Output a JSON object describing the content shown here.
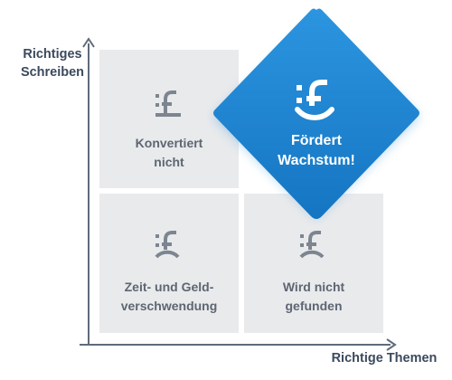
{
  "axes": {
    "y_label_line1": "Richtiges",
    "y_label_line2": "Schreiben",
    "x_label": "Richtige Themen"
  },
  "quadrants": {
    "top_left": {
      "line1": "Konvertiert",
      "line2": "nicht",
      "icon": "neutral-face-icon"
    },
    "bottom_left": {
      "line1": "Zeit- und Geld-",
      "line2": "verschwendung",
      "icon": "sad-face-icon"
    },
    "bottom_right": {
      "line1": "Wird nicht",
      "line2": "gefunden",
      "icon": "sad-face-icon"
    },
    "highlight": {
      "line1": "Fördert",
      "line2": "Wachstum!",
      "icon": "happy-face-icon"
    }
  },
  "colors": {
    "axis": "#5f6b7a",
    "tile": "#e9eaec",
    "tile_icon": "#7c8590",
    "highlight": "#1f86d1"
  }
}
